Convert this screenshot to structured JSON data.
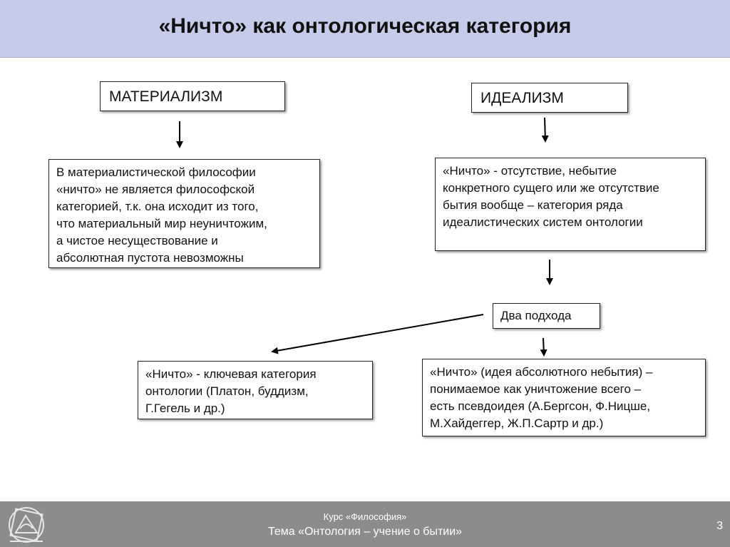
{
  "header": {
    "title": "«Ничто» как онтологическая категория"
  },
  "diagram": {
    "materialism": {
      "label": "МАТЕРИАЛИЗМ"
    },
    "idealism": {
      "label": "ИДЕАЛИЗМ"
    },
    "materialism_text": "В материалистической философии\n«ничто» не является философской\nкатегорией, т.к. она исходит из того,\nчто материальный мир неуничтожим,\nа чистое несуществование и\nабсолютная пустота невозможны",
    "idealism_text": "«Ничто» - отсутствие, небытие\nконкретного сущего или же отсутствие\nбытия вообще – категория ряда\nидеалистических систем онтологии",
    "two_approaches": "Два подхода",
    "approach_left": "«Ничто» - ключевая категория\nонтологии (Платон, буддизм,\nГ.Гегель и др.)",
    "approach_right": "«Ничто» (идея абсолютного небытия) –\nпонимаемое как уничтожение всего –\nесть псевдоидея (А.Бергсон, Ф.Ницше,\nМ.Хайдеггер, Ж.П.Сартр и др.)"
  },
  "footer": {
    "course": "Курс «Философия»",
    "topic": "Тема «Онтология – учение о бытии»",
    "page_number": "3"
  },
  "colors": {
    "header_bg": "#c5cbe9",
    "footer_bg": "#8c8c8c"
  }
}
